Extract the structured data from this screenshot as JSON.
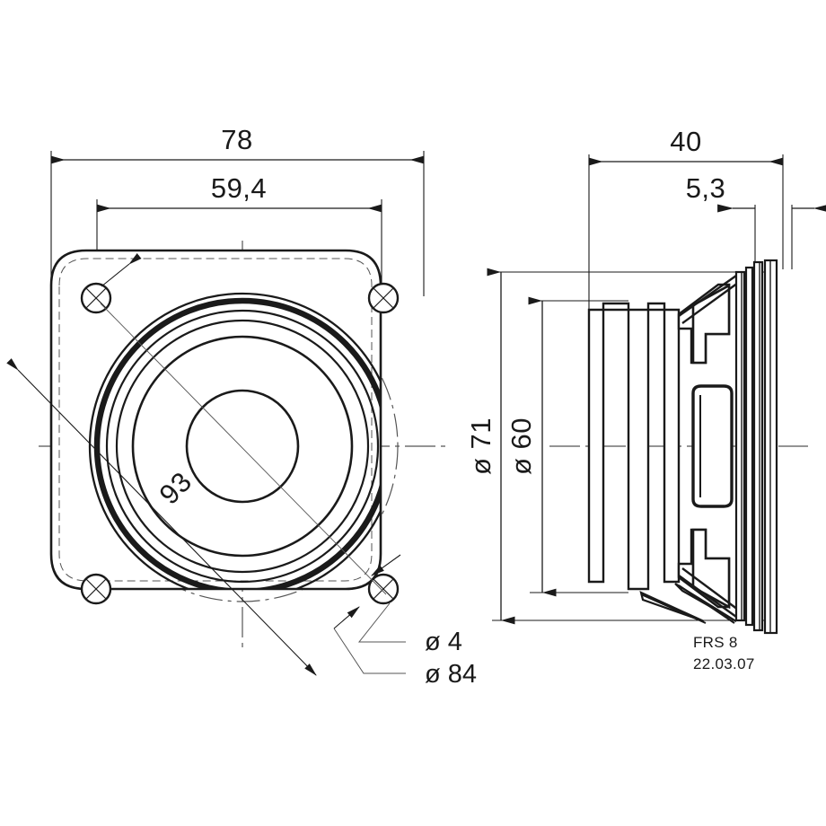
{
  "drawing": {
    "part_name": "FRS 8",
    "date": "22.03.07",
    "units": "mm",
    "line_color": "#1a1a1a",
    "background": "#ffffff"
  },
  "front_view": {
    "name": "front-view",
    "dimensions": {
      "outer_width": "78",
      "bolt_spacing": "59,4",
      "diagonal": "93",
      "hole_diameter": "ø 4",
      "bolt_circle_diameter": "ø 84"
    }
  },
  "side_view": {
    "name": "side-view",
    "dimensions": {
      "overall_depth": "40",
      "flange_depth": "5,3",
      "outer_diameter": "ø 71",
      "cone_diameter": "ø 60"
    }
  },
  "title_block": {
    "line1": "FRS 8",
    "line2": "22.03.07"
  }
}
